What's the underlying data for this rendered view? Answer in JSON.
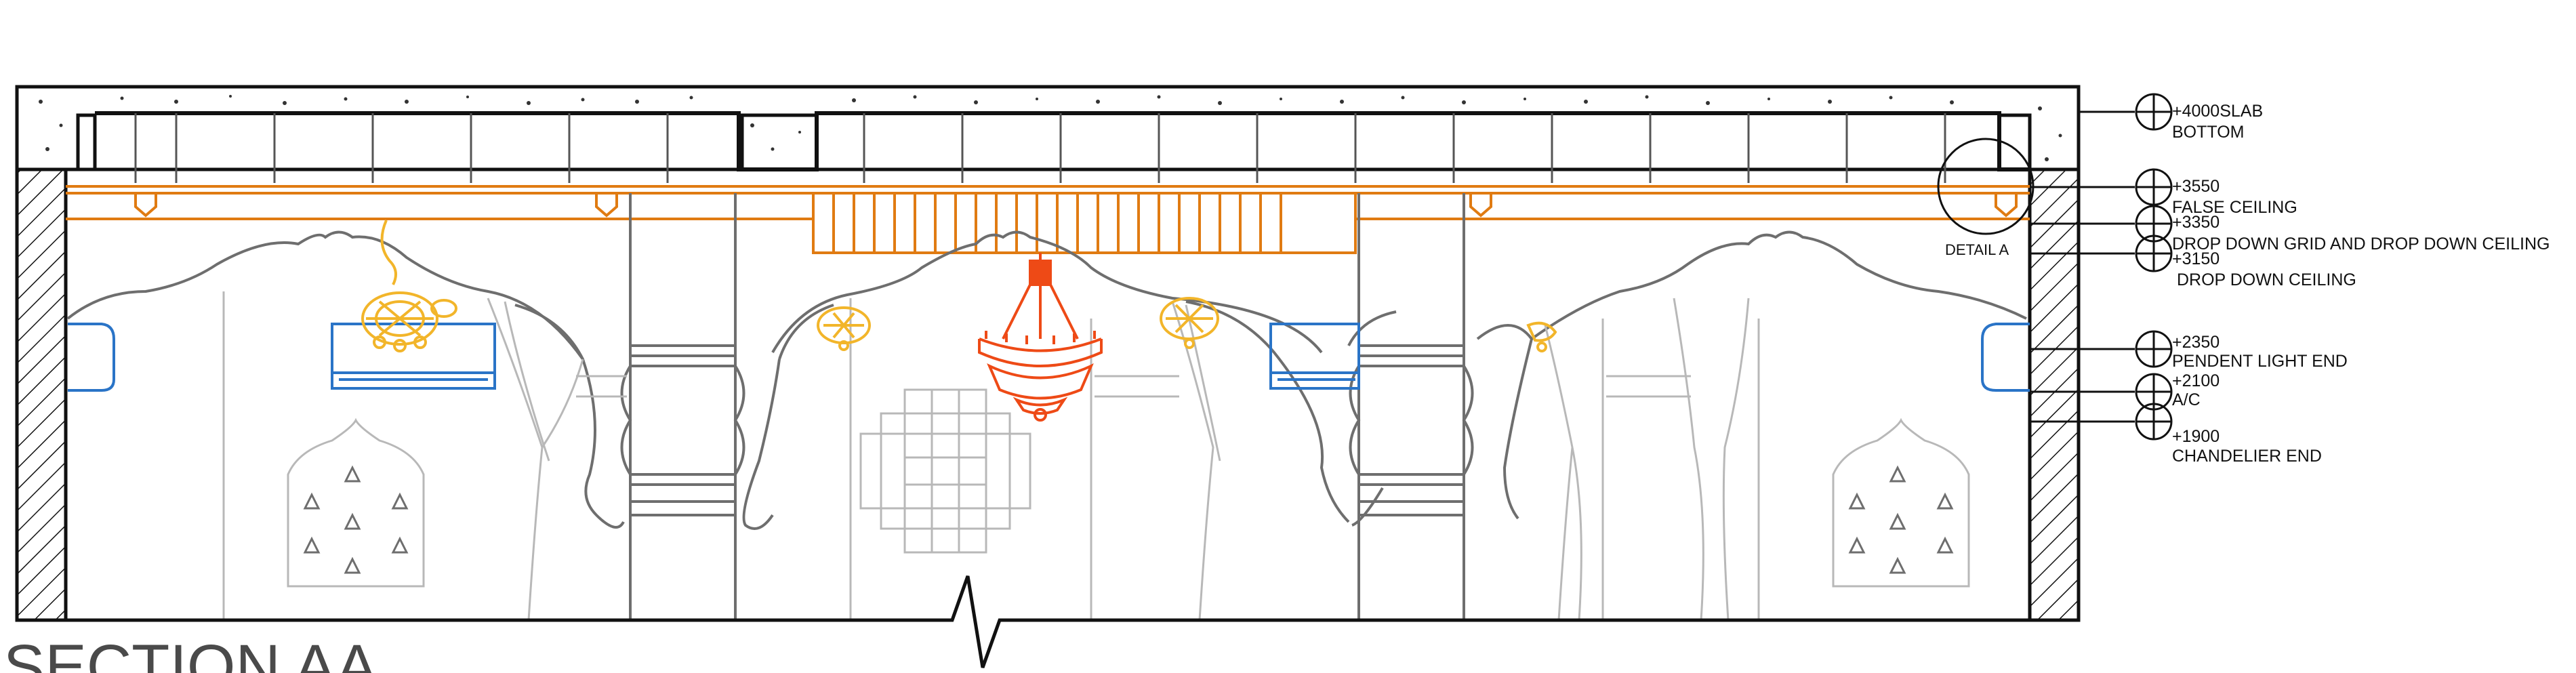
{
  "drawing_title": "SECTION AA",
  "detail_label": "DETAIL A",
  "colors": {
    "structure": "#111111",
    "ceiling": "#e07b12",
    "chandelier": "#ee4a16",
    "pendant": "#f2b52a",
    "ac_unit": "#2a74c7",
    "decor": "#6e6e6e",
    "decor_light": "#b8b8b8"
  },
  "levels": [
    {
      "value": "+4000SLAB",
      "label": "BOTTOM"
    },
    {
      "value": "+3550",
      "label": "FALSE CEILING"
    },
    {
      "value": "+3350",
      "label": "DROP DOWN GRID AND DROP DOWN CEILING"
    },
    {
      "value": "+3150",
      "label": "DROP DOWN CEILING"
    },
    {
      "value": "+2350",
      "label": "PENDENT LIGHT END"
    },
    {
      "value": "+2100",
      "label": "A/C"
    },
    {
      "value": "+1900",
      "label": "CHANDELIER END"
    }
  ]
}
